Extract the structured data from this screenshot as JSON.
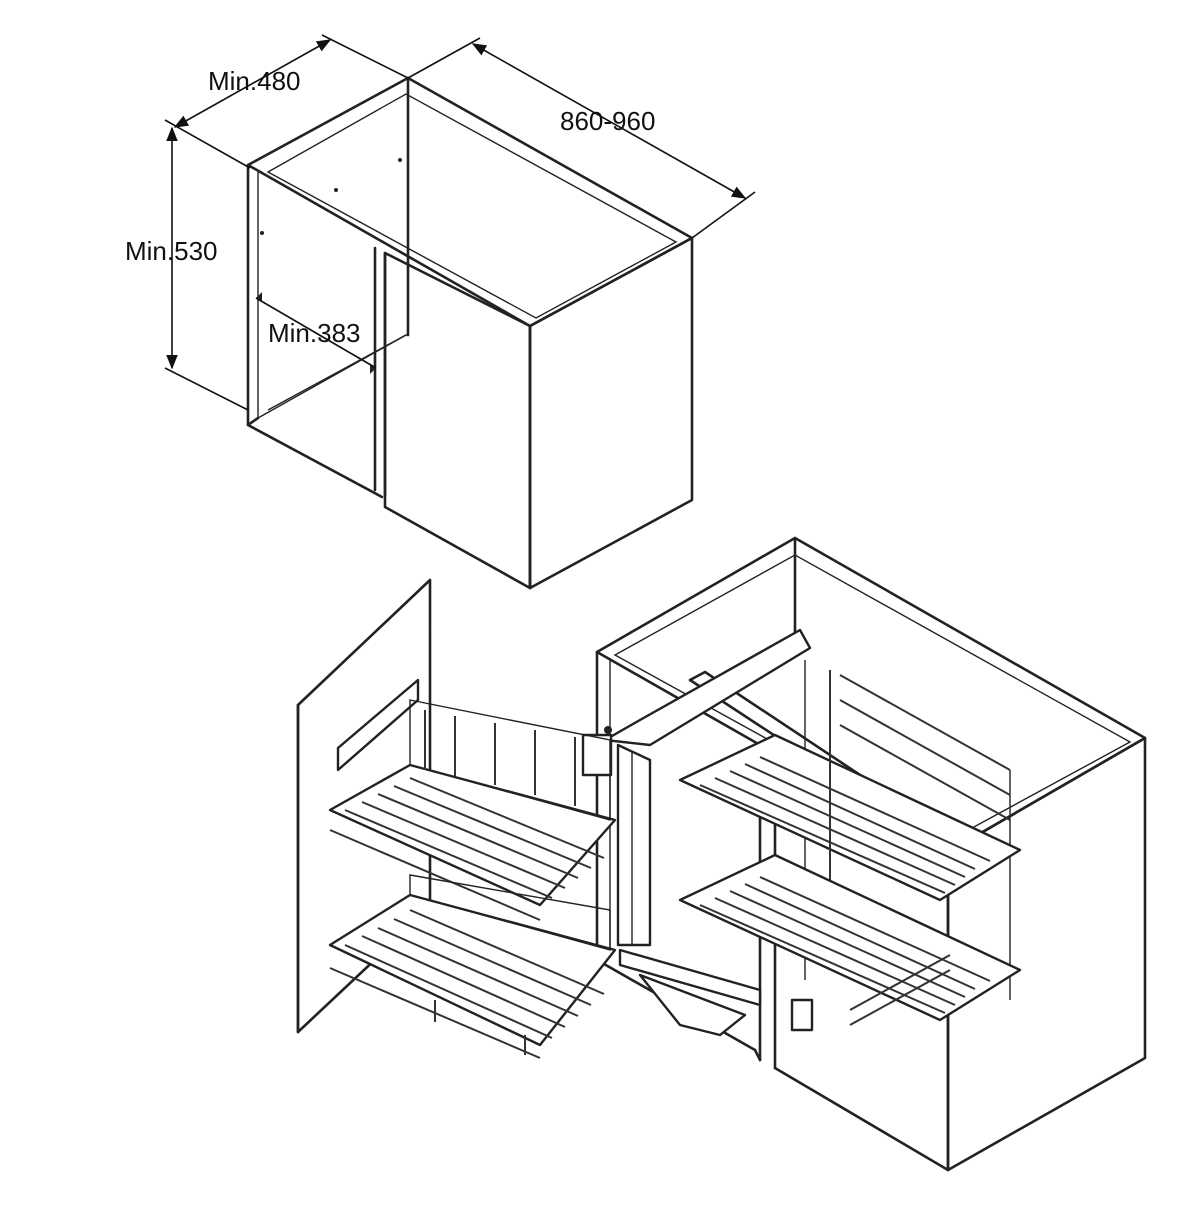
{
  "dimensions": {
    "depth": "Min.480",
    "width": "860-960",
    "height": "Min.530",
    "opening": "Min.383"
  },
  "colors": {
    "line": "#222222",
    "background": "#ffffff"
  }
}
